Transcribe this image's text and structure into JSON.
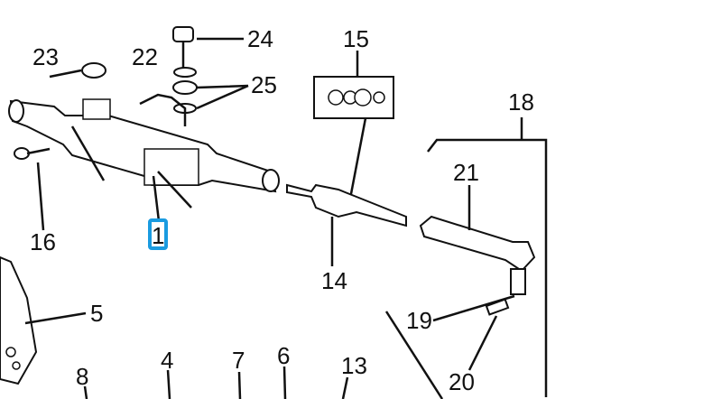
{
  "diagram": {
    "callouts": {
      "c23": "23",
      "c22": "22",
      "c24": "24",
      "c25": "25",
      "c15": "15",
      "c18": "18",
      "c21": "21",
      "c16": "16",
      "c1": "1",
      "c14": "14",
      "c5": "5",
      "c19": "19",
      "c20": "20",
      "c8": "8",
      "c4": "4",
      "c7": "7",
      "c6": "6",
      "c13": "13"
    },
    "highlight_color": "#1a9be0"
  }
}
